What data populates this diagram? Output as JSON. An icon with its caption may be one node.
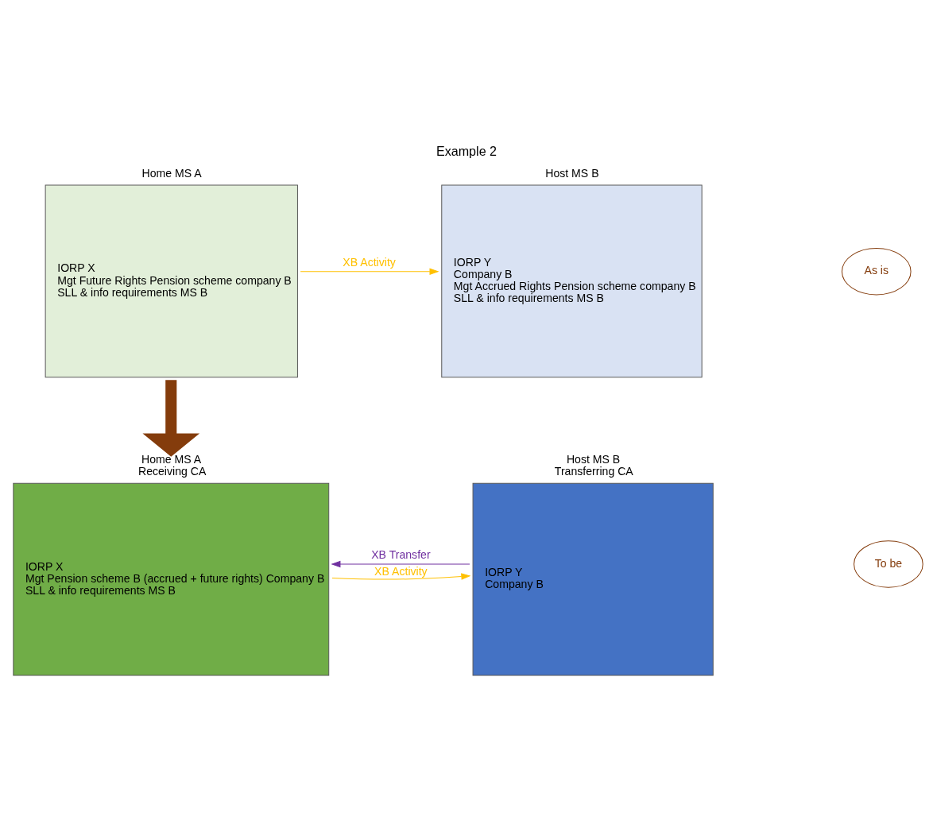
{
  "diagram": {
    "title": "Example 2",
    "nodes": [
      {
        "text": [
          "Home MS A",
          "IORP X",
          "Mgt Future Rights Pension scheme company B",
          "SLL & info requirements MS B"
        ]
      },
      {
        "text": [
          "Host MS B",
          "IORP Y",
          "Company B",
          "Mgt Accrued Rights Pension scheme company B",
          "SLL & info requirements MS B"
        ]
      },
      {
        "text": [
          "As is"
        ]
      },
      {
        "text": [
          "Home MS A",
          "Receiving CA",
          "IORP X",
          "Mgt Pension scheme B (accrued + future rights) Company B",
          "SLL & info requirements MS B"
        ]
      },
      {
        "text": [
          "Host MS B",
          "Transferring CA",
          "IORP Y",
          "Company B"
        ]
      },
      {
        "text": [
          "To be"
        ]
      }
    ],
    "edges": [
      {
        "from": 0,
        "to": 1,
        "arrow": "to",
        "label": "XB Activity",
        "color": "#ffc000"
      },
      {
        "from": 0,
        "to": 3,
        "arrow": "to",
        "style": "thick",
        "color": "#843c0c"
      },
      {
        "from": 4,
        "to": 3,
        "arrow": "to",
        "label": "XB Transfer",
        "color": "#7030a0"
      },
      {
        "from": 3,
        "to": 4,
        "arrow": "to",
        "label": "XB Activity",
        "color": "#ffc000"
      }
    ]
  }
}
